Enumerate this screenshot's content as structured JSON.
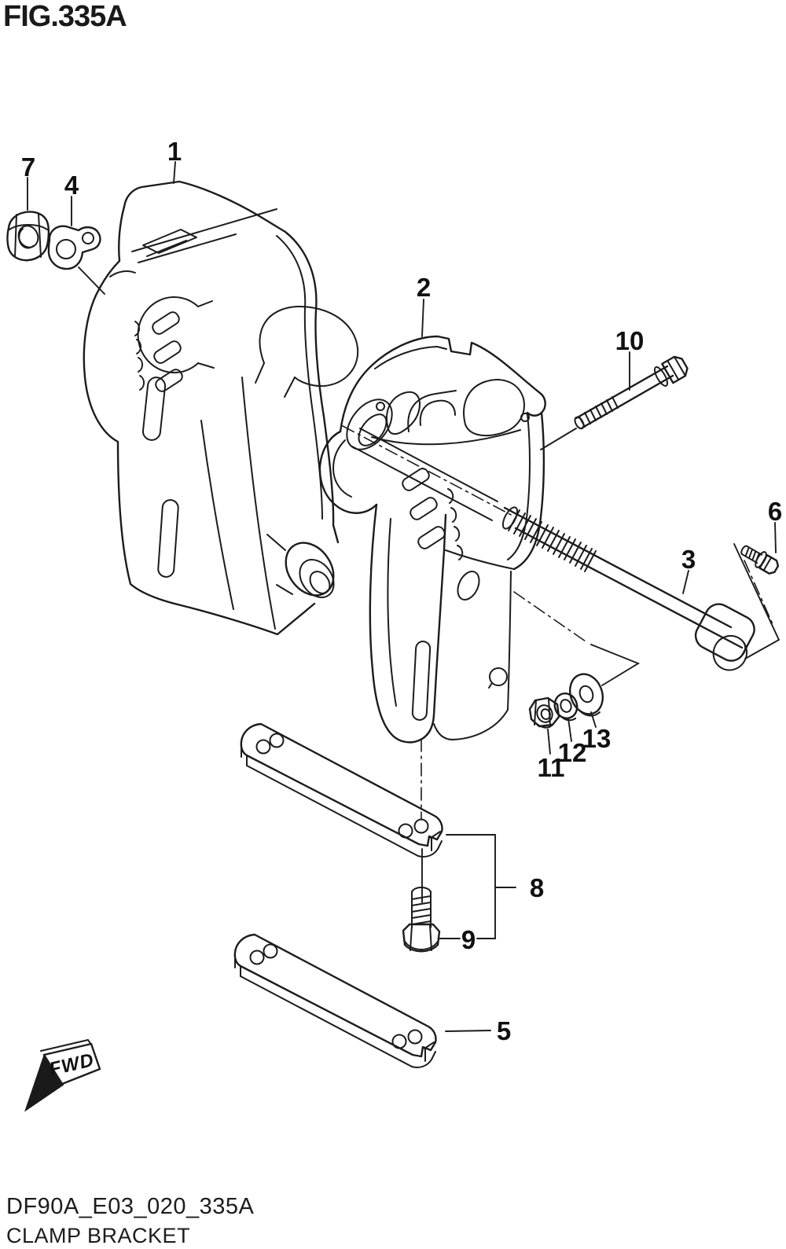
{
  "figure": {
    "title": "FIG.335A"
  },
  "footer": {
    "code": "DF90A_E03_020_335A",
    "name": "CLAMP BRACKET"
  },
  "direction_indicator": {
    "label": "FWD"
  },
  "part_labels": [
    {
      "number": "1"
    },
    {
      "number": "2"
    },
    {
      "number": "3"
    },
    {
      "number": "4"
    },
    {
      "number": "5"
    },
    {
      "number": "6"
    },
    {
      "number": "7"
    },
    {
      "number": "8"
    },
    {
      "number": "9"
    },
    {
      "number": "10"
    },
    {
      "number": "11"
    },
    {
      "number": "12"
    },
    {
      "number": "13"
    }
  ],
  "colors": {
    "line": "#1c1c1c",
    "background": "#ffffff"
  }
}
